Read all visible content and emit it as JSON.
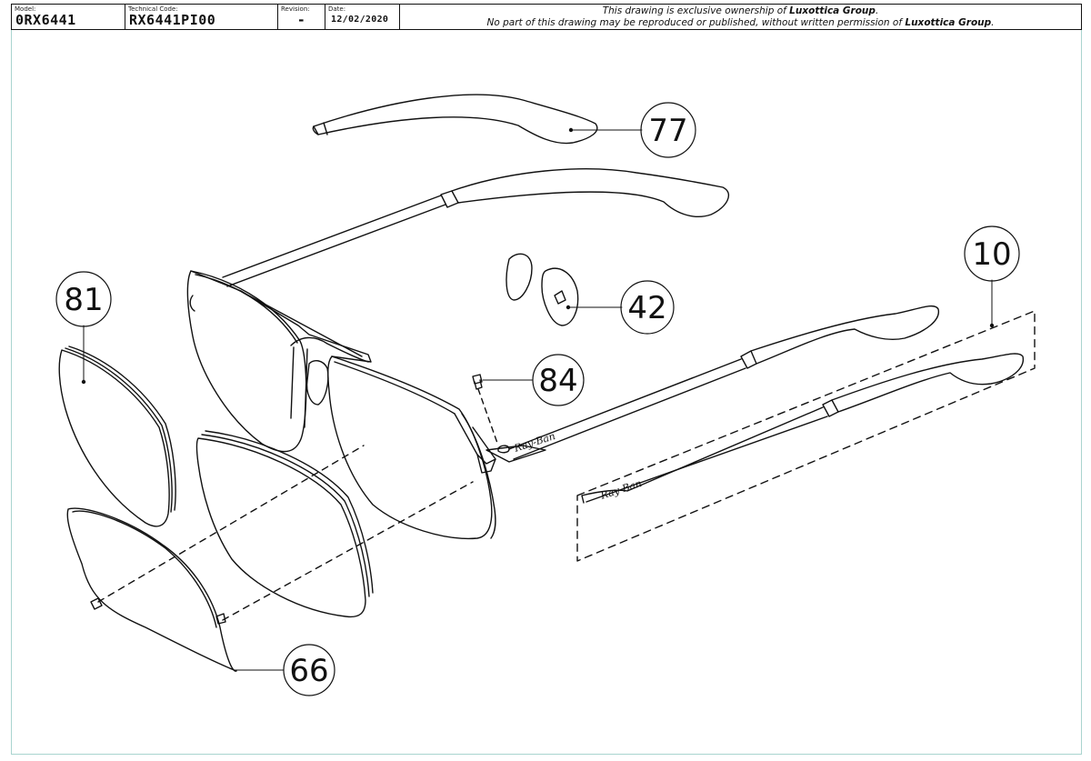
{
  "title_block": {
    "model_label": "Model:",
    "model_value": "0RX6441",
    "technical_code_label": "Technical Code:",
    "technical_code_value": "RX6441PI00",
    "revision_label": "Revision:",
    "revision_value": "-",
    "date_label": "Date:",
    "date_value": "12/02/2020",
    "notice_line1_pre": "This drawing is exclusive ownership of ",
    "notice_owner": "Luxottica Group",
    "notice_line1_post": ".",
    "notice_line2_pre": "No part of this drawing may be reproduced or published, without written permission of ",
    "notice_line2_post": "."
  },
  "callouts": {
    "part_77": "77",
    "part_10": "10",
    "part_81": "81",
    "part_42": "42",
    "part_84": "84",
    "part_66": "66"
  },
  "logo_text": "Ray-Ban"
}
